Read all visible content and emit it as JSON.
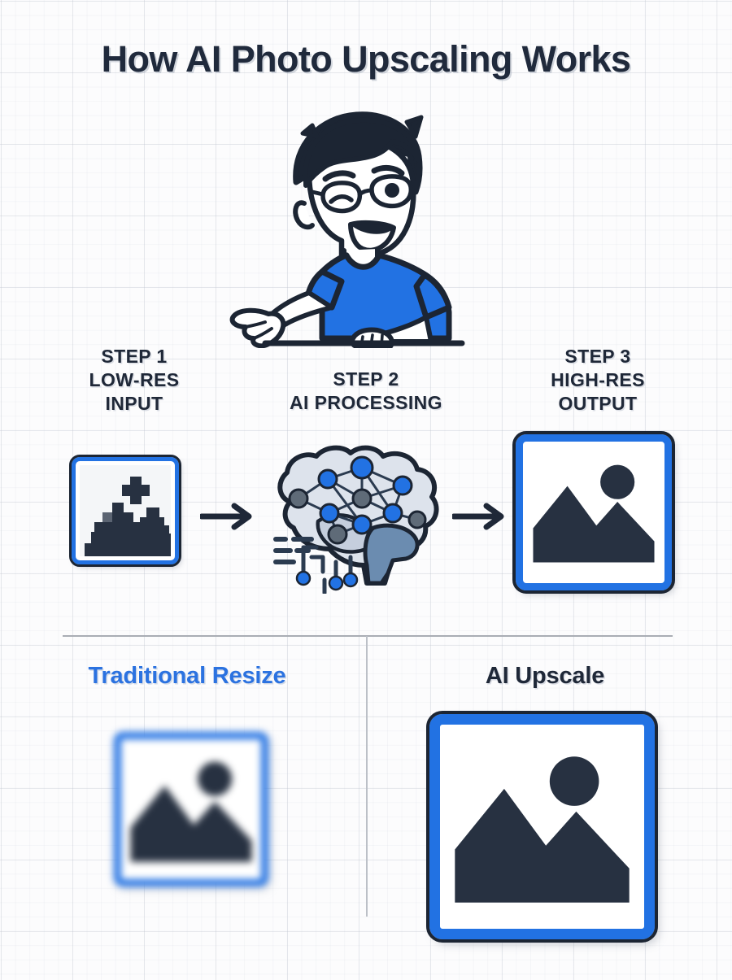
{
  "page": {
    "title": "How AI Photo Upscaling Works",
    "background_color": "#fcfcfd",
    "accent_color": "#2272e3",
    "dark_color": "#1f2838"
  },
  "mascot": {
    "name": "pointing-character",
    "description": "Cartoon man with glasses winking, blue t-shirt, pointing left",
    "shirt_color": "#2272e3",
    "hair_color": "#1c2533"
  },
  "pipeline": {
    "steps": [
      {
        "id": "step-1",
        "label_lines": [
          "STEP 1",
          "LOW-RES",
          "INPUT"
        ],
        "label_text": "STEP 1 LOW-RES INPUT",
        "icon": "pixelated-image-icon"
      },
      {
        "id": "step-2",
        "label_lines": [
          "STEP 2",
          "AI PROCESSING"
        ],
        "label_text": "STEP 2 AI PROCESSING",
        "icon": "neural-network-brain-icon"
      },
      {
        "id": "step-3",
        "label_lines": [
          "STEP 3",
          "HIGH-RES",
          "OUTPUT"
        ],
        "label_text": "STEP 3 HIGH-RES OUTPUT",
        "icon": "sharp-image-icon"
      }
    ],
    "connectors": [
      "arrow-right",
      "arrow-right"
    ]
  },
  "comparison": {
    "left": {
      "label": "Traditional Resize",
      "label_color": "#2b72e0",
      "icon": "blurred-image-icon",
      "quality": "blurry"
    },
    "right": {
      "label": "AI Upscale",
      "label_color": "#1f2838",
      "icon": "sharp-image-icon",
      "quality": "sharp"
    }
  }
}
